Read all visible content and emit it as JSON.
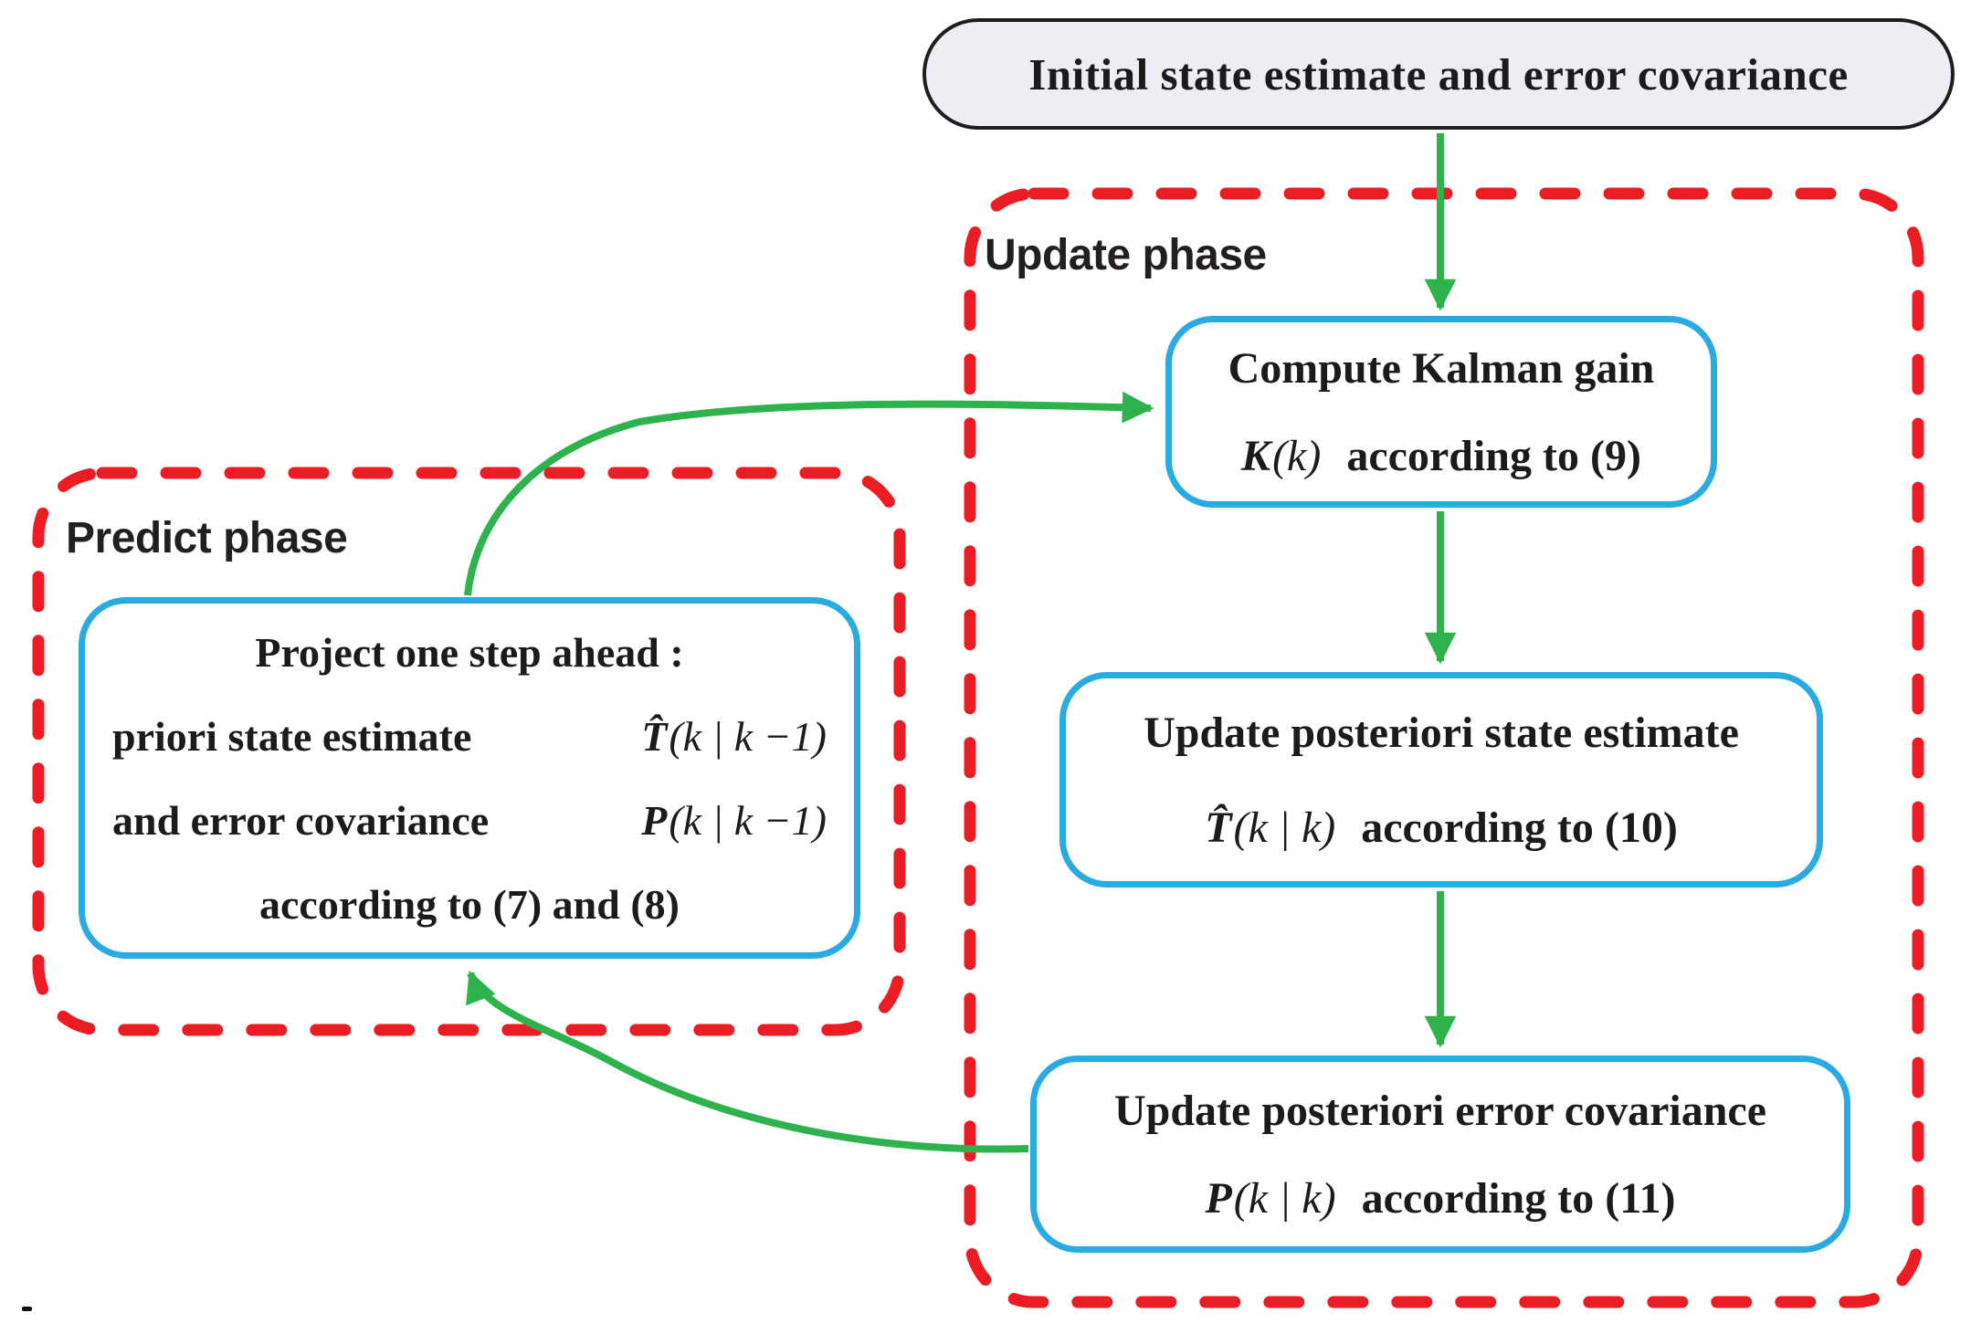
{
  "colors": {
    "red": "#EC1C24",
    "green": "#2DB24C",
    "blue": "#29ABE2",
    "pill_fill": "#EFEDF3",
    "ink": "#1C1A1B"
  },
  "start_node": {
    "label": "Initial state estimate and error covariance"
  },
  "update_phase": {
    "label": "Update phase",
    "kalman_box": {
      "line1": "Compute Kalman gain",
      "math_sym": "K",
      "math_args": "(k)",
      "rest": "according to (9)"
    },
    "state_box": {
      "line1": "Update posteriori state estimate",
      "math_sym": "T̂",
      "math_args": "(k | k)",
      "rest": "according to (10)"
    },
    "covariance_box": {
      "line1": "Update posteriori error covariance",
      "math_sym": "P",
      "math_args": "(k | k)",
      "rest": "according to (11)"
    }
  },
  "predict_phase": {
    "label": "Predict phase",
    "project_box": {
      "line1": "Project one step ahead :",
      "line2_text": "priori state estimate",
      "line2_sym": "T̂",
      "line2_args": "(k | k −1)",
      "line3_text": "and error covariance",
      "line3_sym": "P",
      "line3_args": "(k | k −1)",
      "line4": "according to (7) and (8)"
    }
  }
}
